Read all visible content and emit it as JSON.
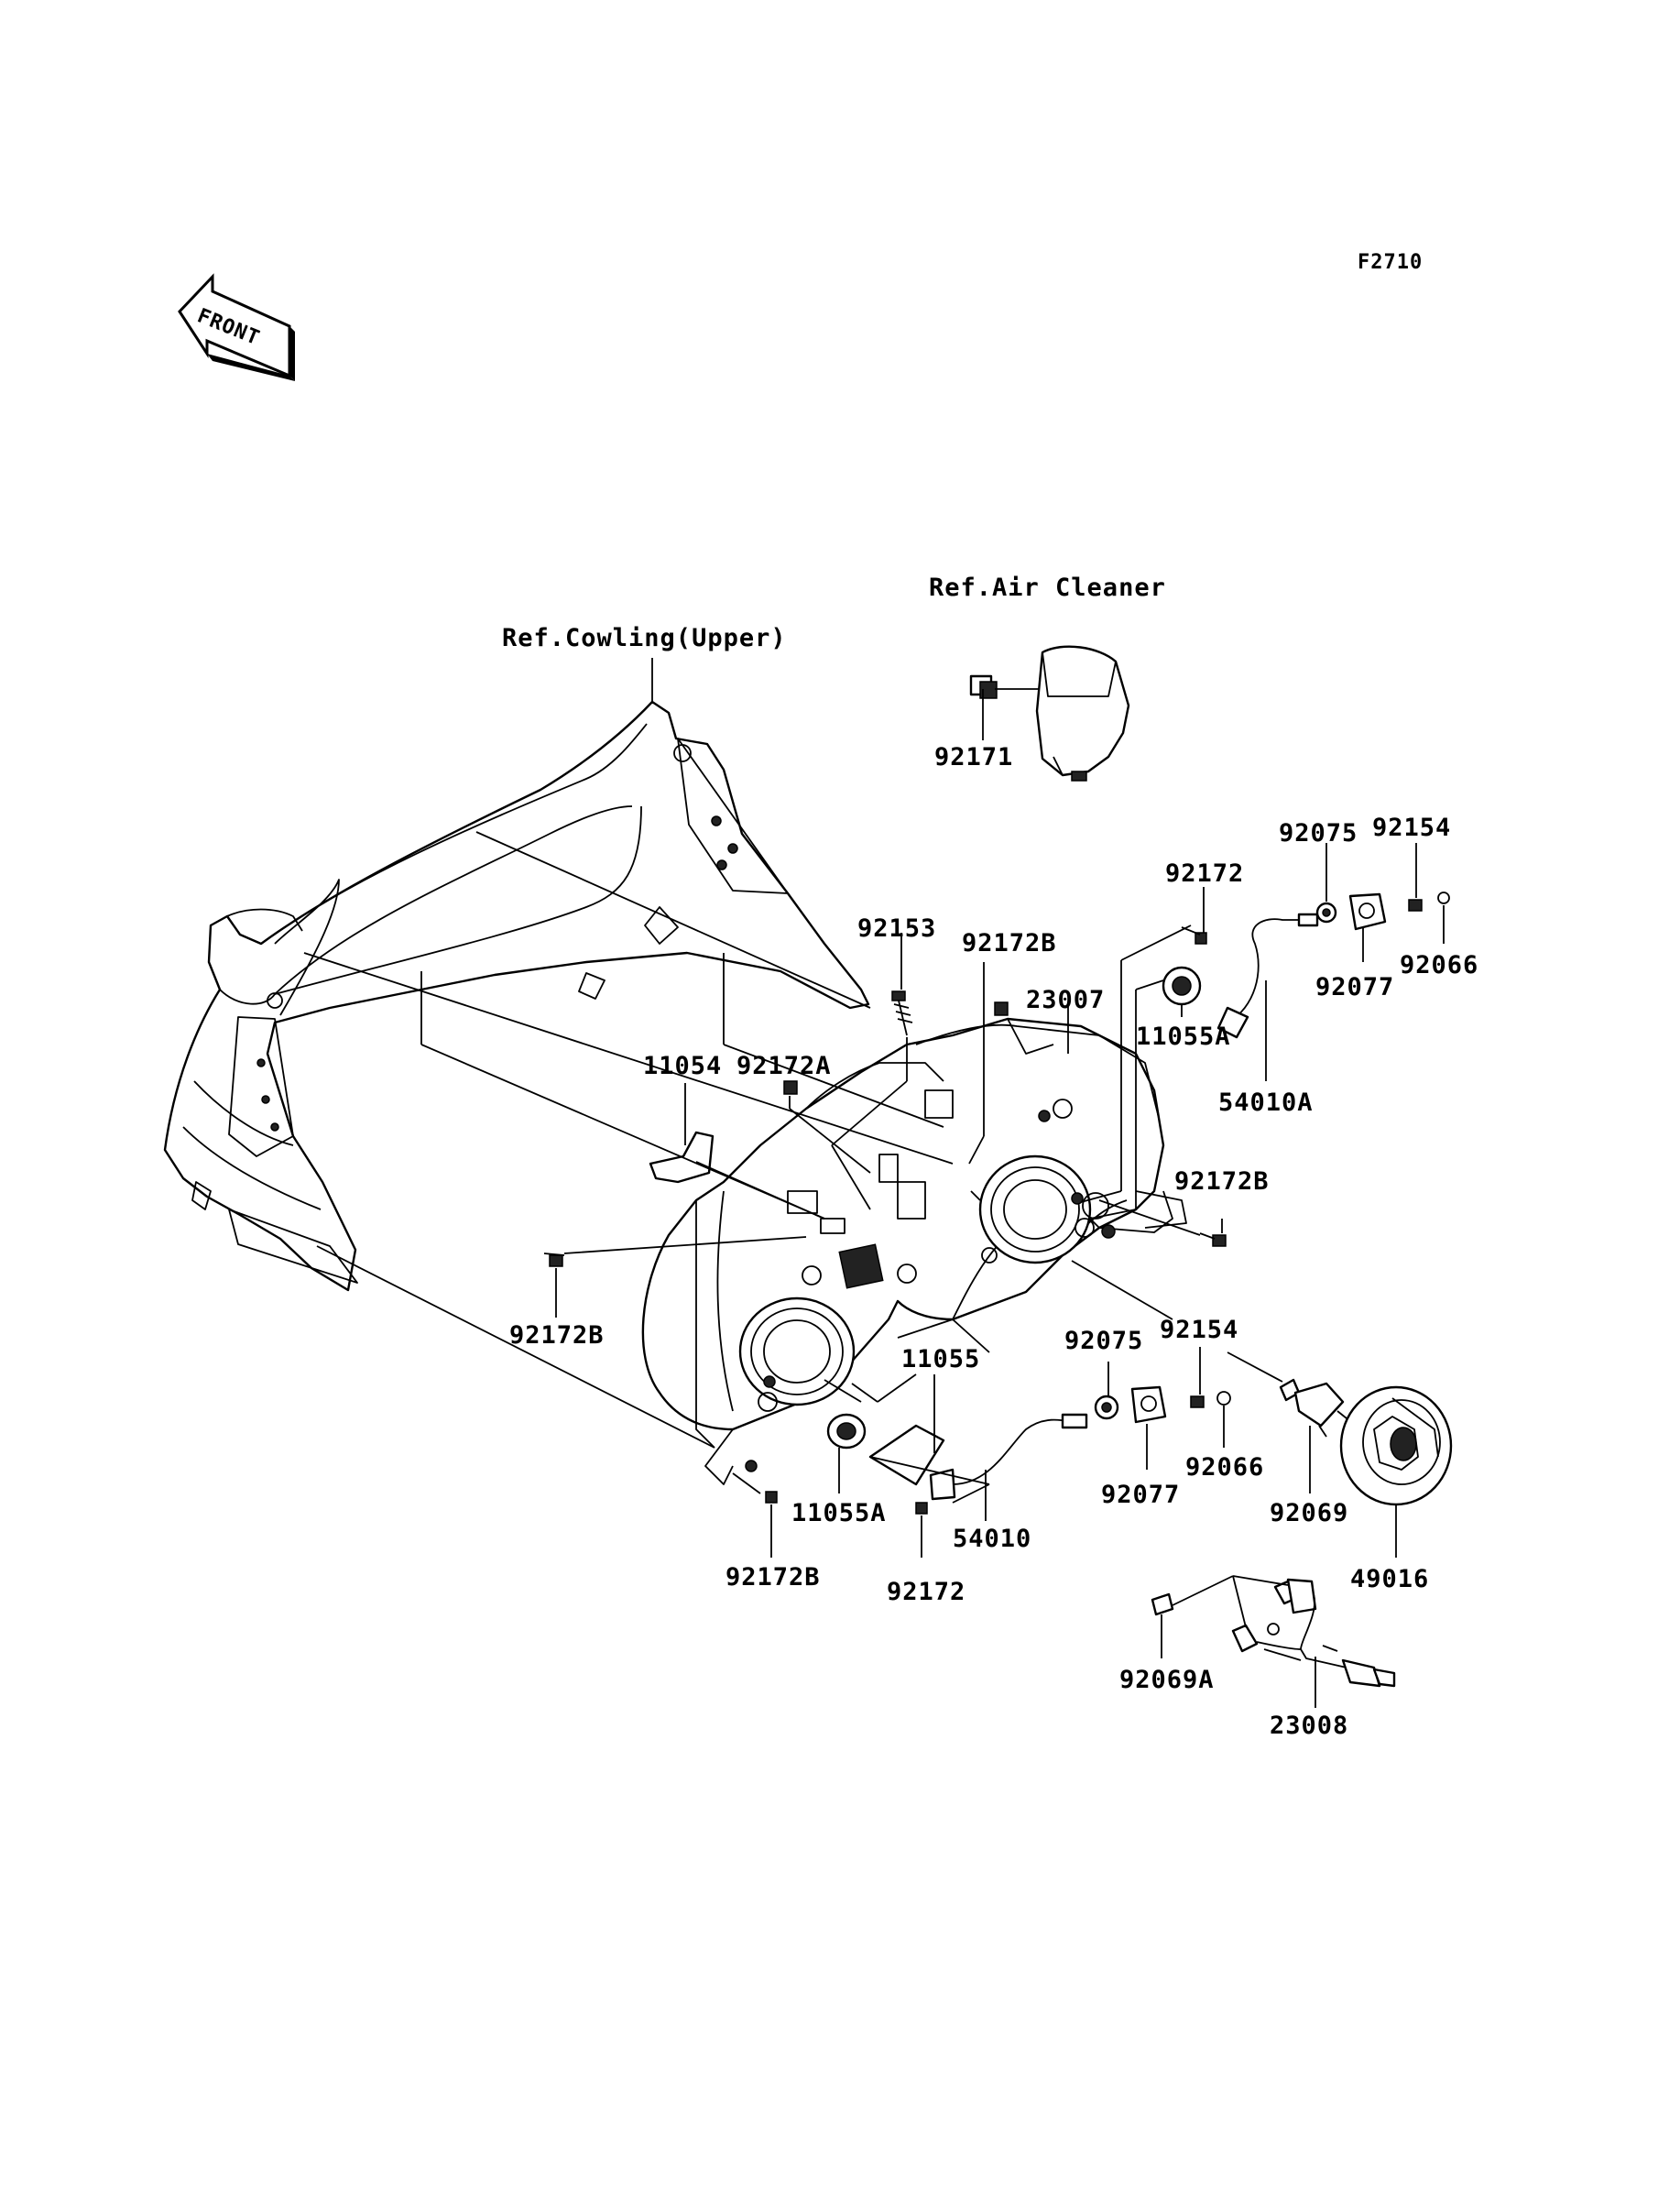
{
  "figure_code": "F2710",
  "front_marker": "FRONT",
  "refs": {
    "air_cleaner": "Ref.Air Cleaner",
    "cowling_upper": "Ref.Cowling(Upper)"
  },
  "callouts": {
    "p92171": "92171",
    "p92075_top": "92075",
    "p92154_top": "92154",
    "p92172_top": "92172",
    "p92066_top": "92066",
    "p92077_top": "92077",
    "p11055A_top": "11055A",
    "p54010A": "54010A",
    "p92153": "92153",
    "p92172B_top": "92172B",
    "p23007": "23007",
    "p11054": "11054",
    "p92172A": "92172A",
    "p92172B_right": "92172B",
    "p92172B_left": "92172B",
    "p92154_mid": "92154",
    "p92075_mid": "92075",
    "p11055": "11055",
    "p92077_mid": "92077",
    "p92066_mid": "92066",
    "p92069": "92069",
    "p49016": "49016",
    "p11055A_bot": "11055A",
    "p54010": "54010",
    "p92172B_bot": "92172B",
    "p92172_bot": "92172",
    "p92069A": "92069A",
    "p23008": "23008"
  }
}
